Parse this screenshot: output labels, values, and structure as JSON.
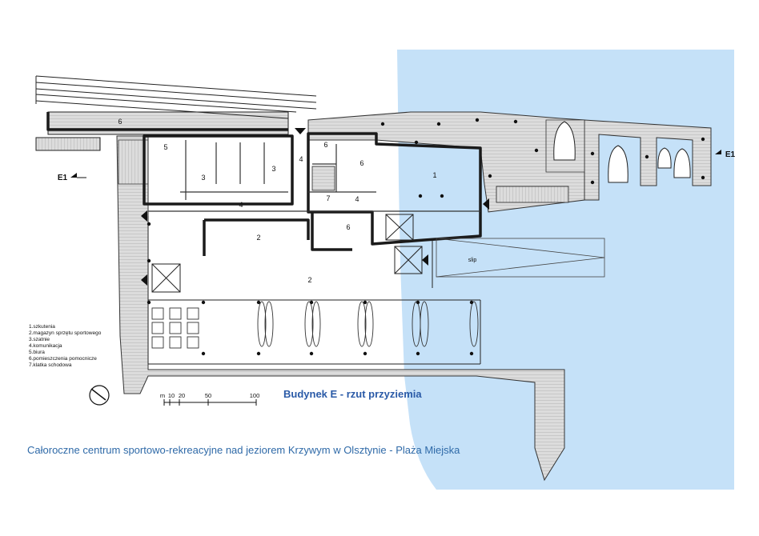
{
  "title": "Budynek E - rzut przyziemia",
  "caption": "Całoroczne centrum sportowo-rekreacyjne nad jeziorem Krzywym w Olsztynie - Plaża Miejska",
  "legend": [
    "1.szkutenia",
    "2.magazyn sprzętu sportowego",
    "3.szatnie",
    "4.komunikacja",
    "5.biura",
    "6.pomieszczenia pomocnicze",
    "7.klatka schodowa"
  ],
  "scale": {
    "unit": "m",
    "ticks": [
      "10",
      "20",
      "50",
      "100"
    ]
  },
  "section_marker": "E1",
  "slip_label": "slip",
  "room_numbers": {
    "r1": "1",
    "r2a": "2",
    "r2b": "2",
    "r3a": "3",
    "r3b": "3",
    "r4a": "4",
    "r4b": "4",
    "r4c": "4",
    "r5": "5",
    "r6a": "6",
    "r6b": "6",
    "r6c": "6",
    "r6d": "6",
    "r7": "7"
  },
  "colors": {
    "water": "#c5e1f8",
    "deck": "#d6d6d6",
    "wall": "#1a1a1a",
    "title": "#2a5aa7"
  }
}
